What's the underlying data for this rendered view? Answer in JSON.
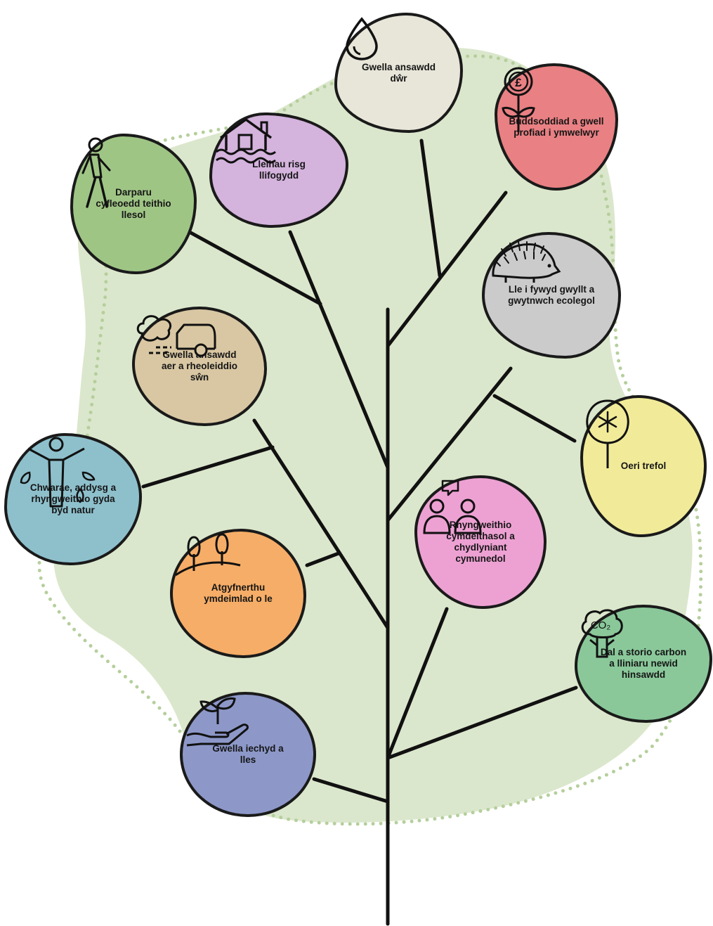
{
  "nodes": [
    {
      "key": "water",
      "label": "Gwella ansawdd\ndŵr",
      "color": "#e8e6d9",
      "icon": "water-drop-icon"
    },
    {
      "key": "invest",
      "label": "Buddsoddiad a gwell\nprofiad i ymwelwyr",
      "color": "#e98083",
      "icon": "pound-flower-icon"
    },
    {
      "key": "flood",
      "label": "Lleihau risg\nllifogydd",
      "color": "#d4b3dd",
      "icon": "flooded-house-icon"
    },
    {
      "key": "travel",
      "label": "Darparu\ncyfleoedd teithio\nllesol",
      "color": "#9fc585",
      "icon": "walking-person-icon"
    },
    {
      "key": "wildlife",
      "label": "Lle i fywyd gwyllt a\ngwytnwch ecolegol",
      "color": "#cbcbcb",
      "icon": "hedgehog-icon"
    },
    {
      "key": "air",
      "label": "Gwella ansawdd\naer a rheoleiddio\nsŵn",
      "color": "#d9c7a3",
      "icon": "car-exhaust-icon"
    },
    {
      "key": "cooling",
      "label": "Oeri trefol",
      "color": "#f1eb99",
      "icon": "snowflake-tree-icon"
    },
    {
      "key": "play",
      "label": "Chwarae, addysg a\nrhyngweithio gyda\nbyd natur",
      "color": "#8ec0cc",
      "icon": "person-leaves-icon"
    },
    {
      "key": "social",
      "label": "Rhyngweithio\ncymdeithasol a\nchydlyniant\ncymunedol",
      "color": "#eda1d3",
      "icon": "people-chat-icon"
    },
    {
      "key": "place",
      "label": "Atgyfnerthu\nymdeimlad o le",
      "color": "#f6ad67",
      "icon": "trees-hill-icon"
    },
    {
      "key": "carbon",
      "label": "Dal a storio carbon\na lliniaru newid\nhinsawdd",
      "color": "#8ac89a",
      "icon": "co2-tree-icon"
    },
    {
      "key": "health",
      "label": "Gwella iechyd a\nlles",
      "color": "#8d98c9",
      "icon": "hand-seedling-icon"
    }
  ],
  "colors": {
    "canopy": "#dbe7cc",
    "dots": "#b5cf9c",
    "trunk": "#111111"
  }
}
